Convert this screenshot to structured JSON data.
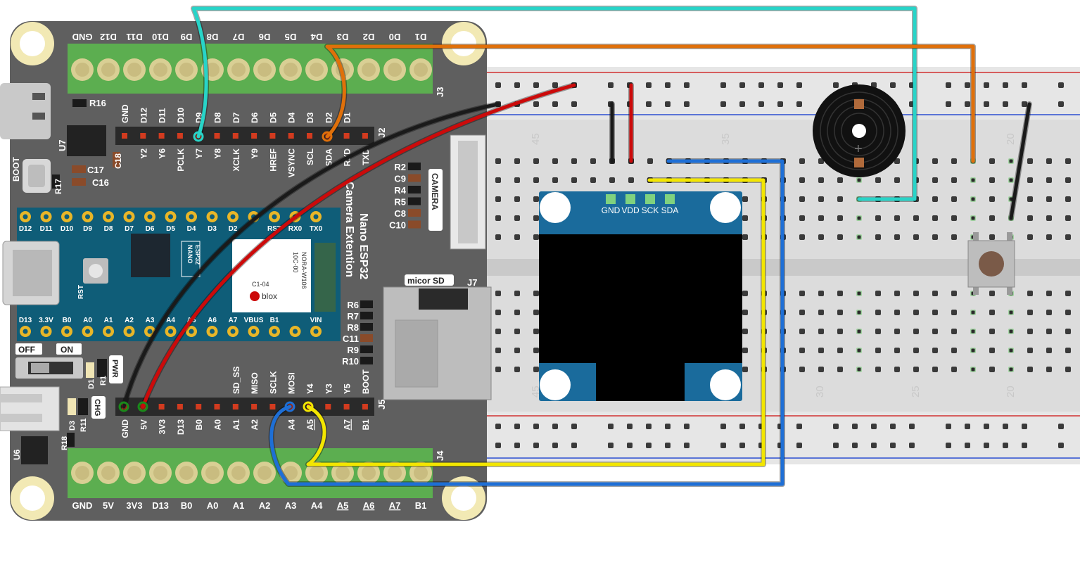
{
  "header_top": {
    "pins": [
      "GND",
      "D12",
      "D11",
      "D10",
      "D9",
      "D8",
      "D7",
      "D6",
      "D5",
      "D4",
      "D3",
      "D2",
      "D0",
      "D1"
    ],
    "connector": "J3"
  },
  "header_bottom": {
    "pins": [
      "GND",
      "5V",
      "3V3",
      "D13",
      "B0",
      "A0",
      "A1",
      "A2",
      "A3",
      "A4",
      "A5",
      "A6",
      "A7",
      "B1"
    ],
    "connector": "J4"
  },
  "j2": {
    "name": "J2",
    "top_labels": [
      "GND",
      "D12",
      "D11",
      "D10",
      "D9",
      "D8",
      "D7",
      "D6",
      "D5",
      "D4",
      "D3",
      "D2",
      "D1"
    ],
    "bottom_labels": [
      "",
      "Y2",
      "Y6",
      "PCLK",
      "Y7",
      "Y8",
      "XCLK",
      "Y9",
      "HREF",
      "VSYNC",
      "SCL",
      "SDA",
      "RXD",
      "TXD"
    ]
  },
  "j5": {
    "name": "J5",
    "top_labels": [
      "SD_SS",
      "MISO",
      "SCLK",
      "MOSI",
      "Y4",
      "Y3",
      "Y5",
      "BOOT"
    ],
    "bottom_labels": [
      "GND",
      "5V",
      "3V3",
      "D13",
      "B0",
      "A0",
      "A1",
      "A2",
      "A4",
      "A5",
      "A7",
      "B1"
    ]
  },
  "arduino": {
    "top_pins": [
      "D12",
      "D11",
      "D10",
      "D9",
      "D8",
      "D7",
      "D6",
      "D5",
      "D4",
      "D3",
      "D2",
      "",
      "RST",
      "RX0",
      "TX0"
    ],
    "bottom_pins": [
      "D13",
      "3.3V",
      "B0",
      "A0",
      "A1",
      "A2",
      "A3",
      "A4",
      "A5",
      "A6",
      "A7",
      "VBUS",
      "B1",
      "",
      "VIN"
    ],
    "module_text": [
      "NORA-W106",
      "10C-00",
      "C1-04",
      "blox"
    ],
    "badge": [
      "NANO",
      "ESP32"
    ],
    "rst": "RST"
  },
  "board_title": [
    "Nano ESP32",
    "Camera Extention"
  ],
  "components": {
    "r16": "R16",
    "u7": "U7",
    "c17": "C17",
    "c16": "C16",
    "r17": "R17",
    "c18": "C18",
    "boot": "BOOT",
    "off": "OFF",
    "on": "ON",
    "pwr": "PWR",
    "chg": "CHG",
    "d1": "D1",
    "r1": "R1",
    "d3": "D3",
    "r11": "R11",
    "r18": "R18",
    "u6": "U6",
    "camera": "CAMERA",
    "microsd": "micor SD",
    "j7": "J7",
    "cam_resistors": [
      "R2",
      "C9",
      "R4",
      "R5",
      "C8",
      "C10"
    ],
    "sd_resistors": [
      "R6",
      "R7",
      "R8",
      "C11",
      "R9",
      "R10"
    ]
  },
  "oled": {
    "pins": [
      "GND",
      "VDD",
      "SCK",
      "SDA"
    ]
  },
  "breadboard": {
    "numbers": [
      "45",
      "35",
      "20",
      "45",
      "30",
      "25",
      "20"
    ]
  },
  "colors": {
    "pcb": "#5f5f5f",
    "terminal": "#5cae50",
    "header_pin": "#d23b1f",
    "arduino": "#0f5d78",
    "oled": "#1a6b9c",
    "wire_cyan": "#28d4c8",
    "wire_orange": "#e0700a",
    "wire_black": "#1a1a1a",
    "wire_red": "#cc0a0a",
    "wire_yellow": "#f3e600",
    "wire_blue": "#1e6fd6"
  }
}
